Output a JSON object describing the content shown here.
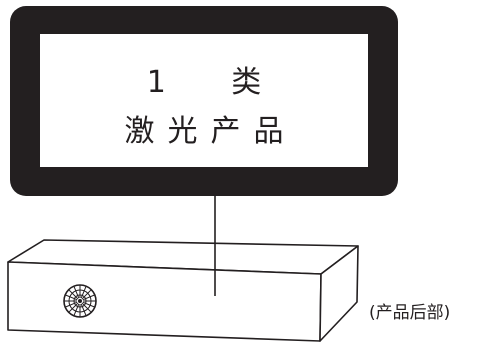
{
  "label": {
    "line1": "1 类",
    "line2": "激光产品",
    "frame_color": "#231f20",
    "text_color": "#231f20"
  },
  "caption": "(产品后部)",
  "device": {
    "vent_icon": "circular-vent-grille-icon",
    "stroke_color": "#231f20"
  }
}
